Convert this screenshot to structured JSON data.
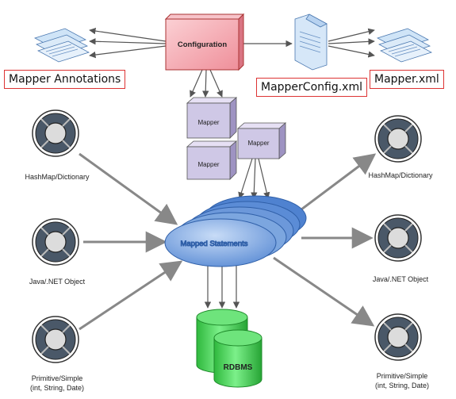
{
  "colors": {
    "config_fill": "#f4a6ae",
    "mapper_fill": "#cfc8e6",
    "statement_fill": "#8fb4e8",
    "rdbms_fill": "#3bd24a",
    "arrow": "#555555",
    "boxed_label_border": "#dd3333"
  },
  "icons": {
    "doc_stack": "doc-stack-icon",
    "single_doc": "document-icon",
    "param_wheel": "wheel-icon",
    "database": "database-icon"
  },
  "labels": {
    "configuration": "Configuration",
    "mapper": "Mapper",
    "mapped_statements": "Mapped Statements",
    "rdbms": "RDBMS",
    "mapper_annotations": "Mapper Annotations",
    "mapper_config_xml": "MapperConfig.xml",
    "mapper_xml": "Mapper.xml",
    "left": {
      "hashmap": "HashMap/Dictionary",
      "javanet": "Java/.NET Object",
      "primitive_1": "Primitive/Simple",
      "primitive_2": "(int, String, Date)"
    },
    "right": {
      "hashmap": "HashMap/Dictionary",
      "javanet": "Java/.NET Object",
      "primitive_1": "Primitive/Simple",
      "primitive_2": "(int, String, Date)"
    }
  }
}
